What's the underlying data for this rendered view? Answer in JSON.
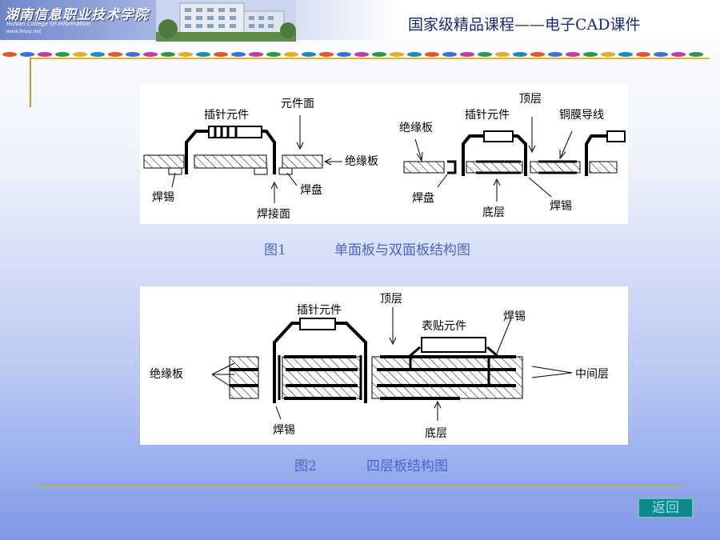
{
  "header": {
    "school_name": "湖南信息职业技术学院",
    "school_name_en": "HuNan College Of Information",
    "school_web": "www.hnuu.net",
    "course_title": "国家级精品课程——电子CAD课件"
  },
  "figure1": {
    "labels": {
      "component": "插针元件",
      "component_side": "元件面",
      "insulating_board": "绝缘板",
      "solder_tin": "焊锡",
      "pad": "焊盘",
      "solder_side": "焊接面",
      "insulating_board_2": "绝缘板",
      "component_2": "插针元件",
      "top_layer": "顶层",
      "copper_trace": "铜膜导线",
      "pad_2": "焊盘",
      "bottom_layer": "底层",
      "solder_tin_2": "焊锡"
    },
    "caption_number": "图1",
    "caption_text": "单面板与双面板结构图"
  },
  "figure2": {
    "labels": {
      "component": "插针元件",
      "top_layer": "顶层",
      "smd_component": "表贴元件",
      "solder_tin_top": "焊锡",
      "insulating_board": "绝缘板",
      "middle_layer": "中间层",
      "solder_tin": "焊锡",
      "bottom_layer": "底层"
    },
    "caption_number": "图2",
    "caption_text": "四层板结构图"
  },
  "nav": {
    "back_label": "返回"
  },
  "colors": {
    "caption": "#4c66c8",
    "accent_line": "#c9a546",
    "button_bg": "#0e8a8a"
  }
}
